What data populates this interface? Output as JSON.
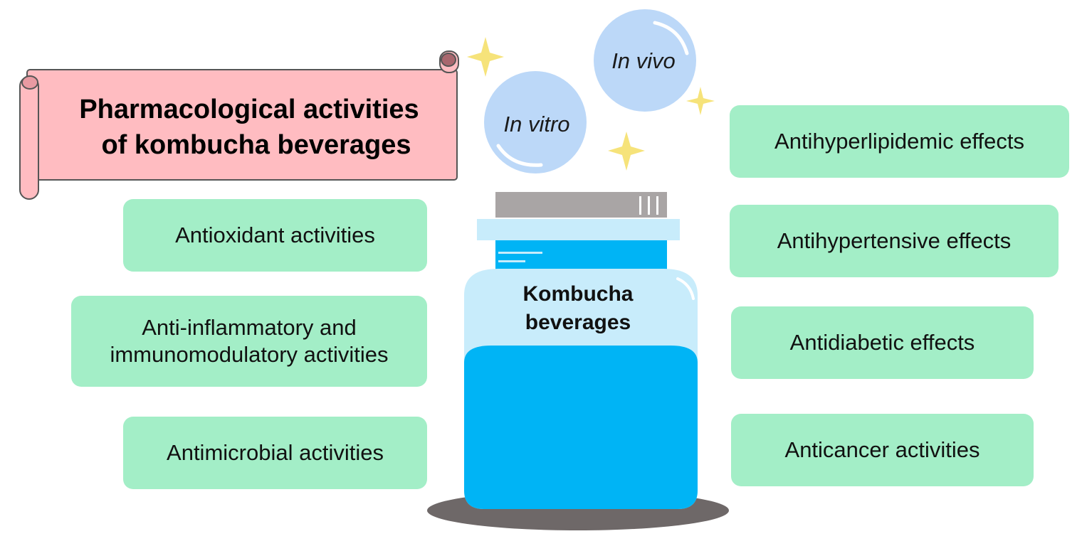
{
  "title": {
    "line1": "Pharmacological activities",
    "line2": "of kombucha beverages"
  },
  "jar": {
    "line1": "Kombucha",
    "line2": "beverages"
  },
  "bubbles": {
    "in_vitro": "In vitro",
    "in_vivo": "In vivo"
  },
  "left_activities": [
    "Antioxidant activities",
    "Anti-inflammatory and",
    "immunomodulatory activities",
    "Antimicrobial activities"
  ],
  "right_activities": [
    "Antihyperlipidemic effects",
    "Antihypertensive effects",
    "Antidiabetic effects",
    "Anticancer activities"
  ],
  "colors": {
    "box": "#a3eec7",
    "scroll": "#ffbcc1",
    "jar_liquid": "#00b4f5",
    "jar_glass": "#c8ecfb",
    "bubble": "#bcd8f8",
    "sparkle": "#f6e37a"
  }
}
